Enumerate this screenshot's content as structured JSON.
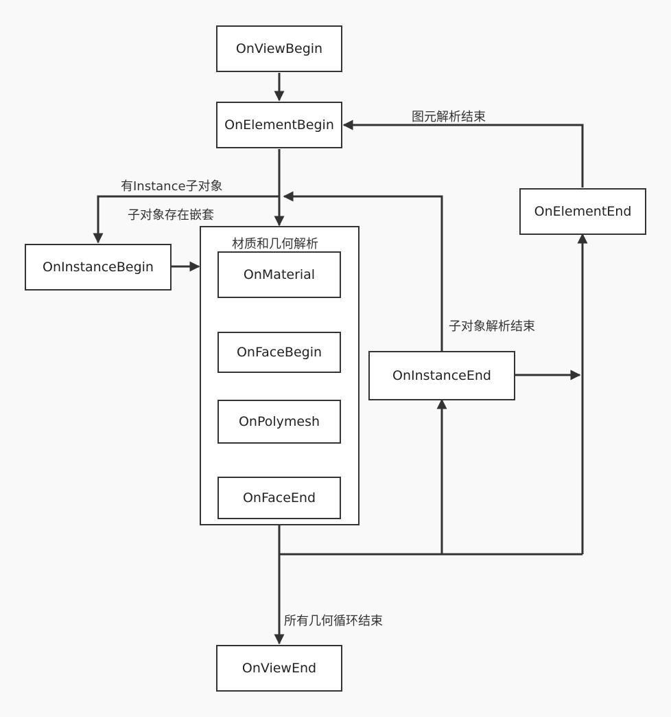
{
  "diagram": {
    "nodes": {
      "view_begin": "OnViewBegin",
      "element_begin": "OnElementBegin",
      "instance_begin": "OnInstanceBegin",
      "material": "OnMaterial",
      "face_begin": "OnFaceBegin",
      "polymesh": "OnPolymesh",
      "face_end": "OnFaceEnd",
      "instance_end": "OnInstanceEnd",
      "element_end": "OnElementEnd",
      "view_end": "OnViewEnd"
    },
    "group_title": "材质和几何解析",
    "labels": {
      "element_done": "图元解析结束",
      "has_instance": "有Instance子对象",
      "nested": "子对象存在嵌套",
      "instance_done": "子对象解析结束",
      "all_geometry_done": "所有几何循环结束"
    },
    "colors": {
      "stroke": "#333333",
      "box_fill": "#ffffff",
      "background": "#f9f9f9"
    }
  }
}
